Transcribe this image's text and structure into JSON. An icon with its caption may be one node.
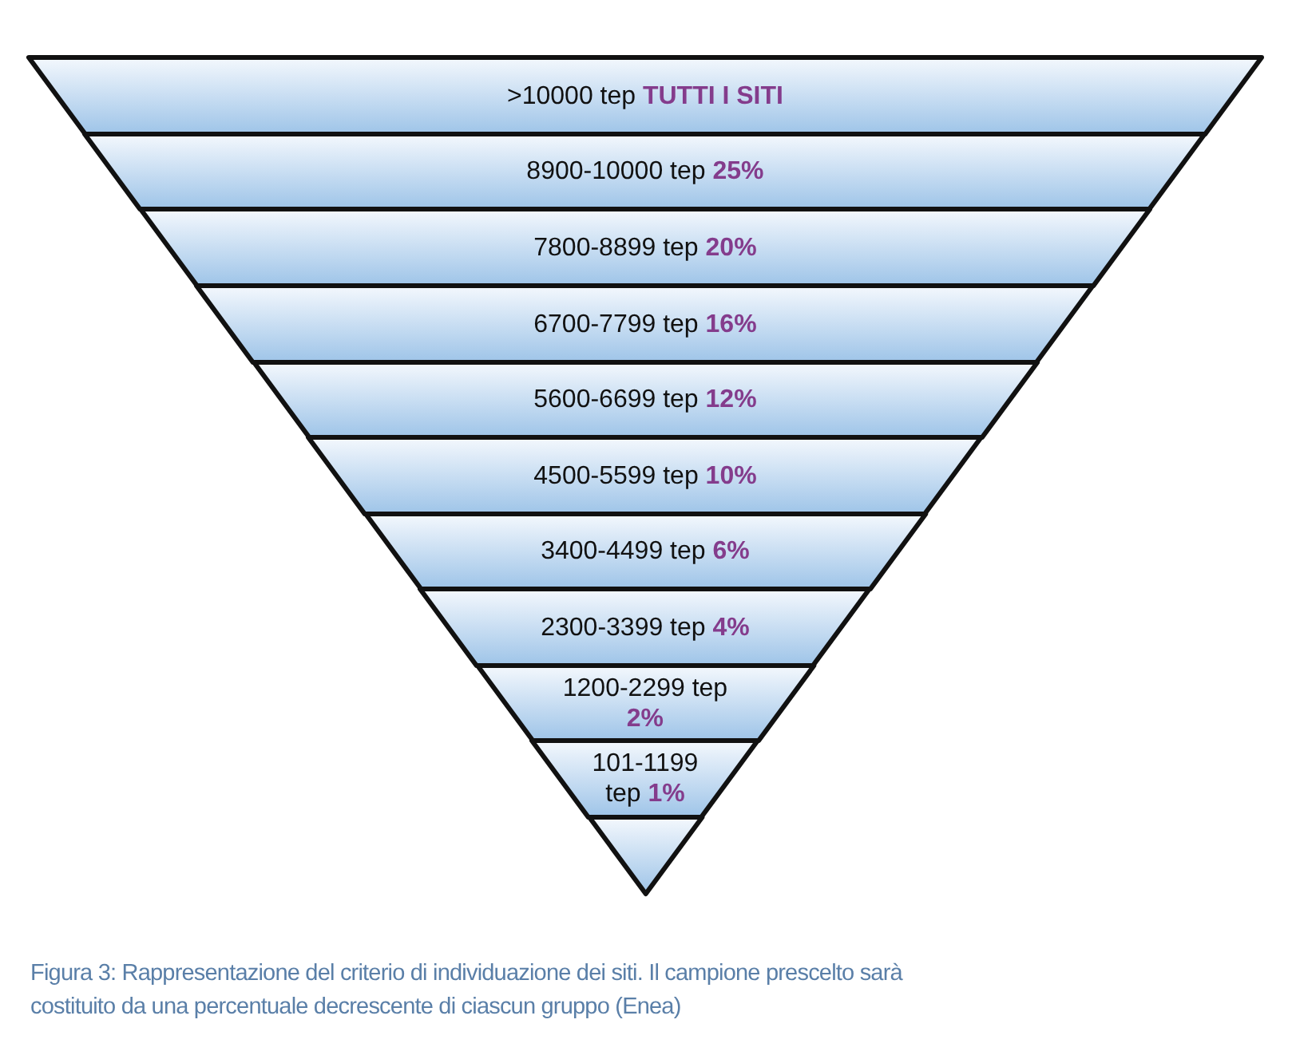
{
  "diagram": {
    "caption": "Figura 3: Rappresentazione del criterio di individuazione dei siti. Il campione prescelto sarà costituito da una percentuale decrescente di ciascun gruppo (Enea)",
    "nodes": [
      {
        "text": [
          ">10000 tep **TUTTI I SITI**"
        ]
      },
      {
        "text": [
          "8900-10000 tep **25%**"
        ]
      },
      {
        "text": [
          "7800-8899 tep **20%**"
        ]
      },
      {
        "text": [
          "6700-7799 tep **16%**"
        ]
      },
      {
        "text": [
          "5600-6699 tep **12%**"
        ]
      },
      {
        "text": [
          "4500-5599 tep **10%**"
        ]
      },
      {
        "text": [
          "3400-4499 tep **6%**"
        ]
      },
      {
        "text": [
          "2300-3399 tep **4%**"
        ]
      },
      {
        "text": [
          "1200-2299 tep **2%**"
        ]
      },
      {
        "text": [
          "101-1199 tep **1%**"
        ]
      },
      {
        "text": [],
        "shape": "triangle"
      }
    ],
    "edges": []
  }
}
